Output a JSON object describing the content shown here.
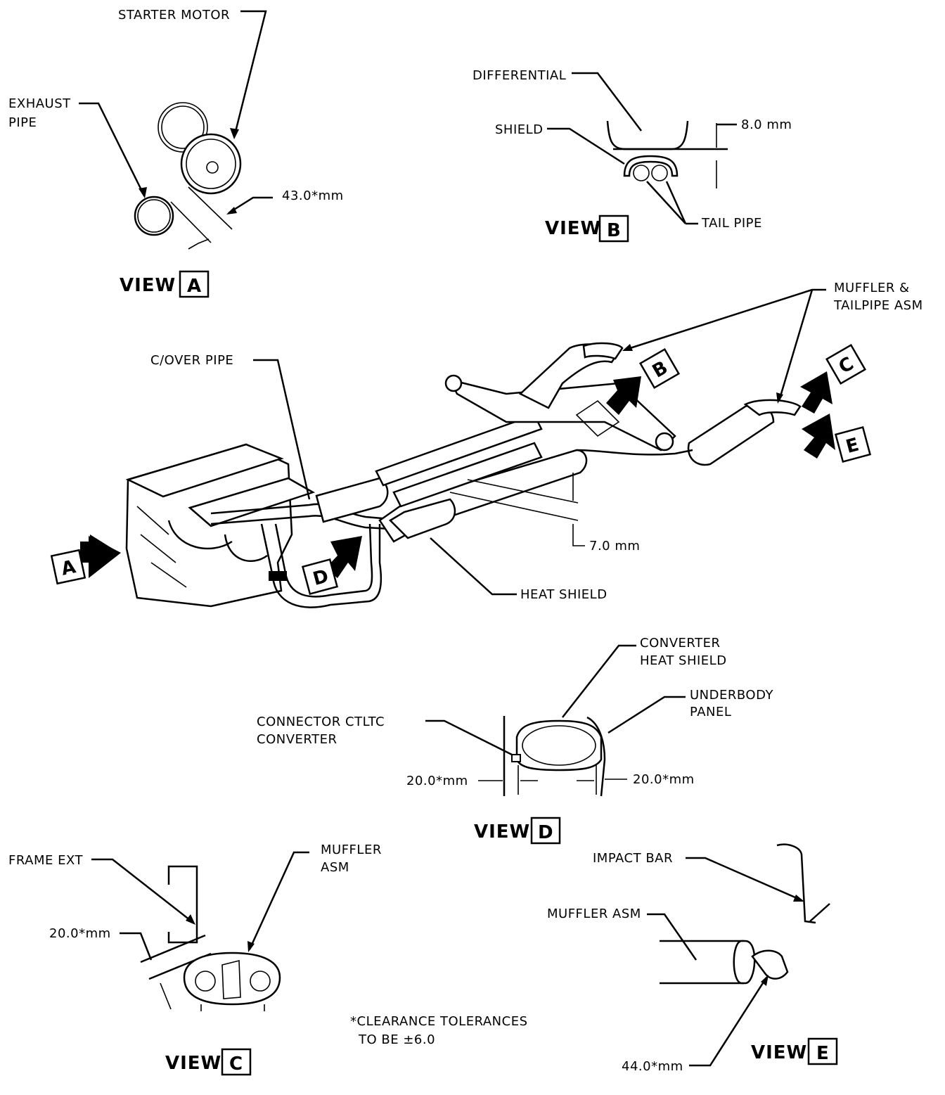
{
  "views": {
    "a": {
      "word": "VIEW",
      "letter": "A"
    },
    "b": {
      "word": "VIEW",
      "letter": "B"
    },
    "c": {
      "word": "VIEW",
      "letter": "C"
    },
    "d": {
      "word": "VIEW",
      "letter": "D"
    },
    "e": {
      "word": "VIEW",
      "letter": "E"
    }
  },
  "labels": {
    "starter_motor": "STARTER MOTOR",
    "exhaust_pipe_1": "EXHAUST",
    "exhaust_pipe_2": "PIPE",
    "dim_43": "43.0*mm",
    "differential": "DIFFERENTIAL",
    "shield": "SHIELD",
    "dim_8": "8.0  mm",
    "tail_pipe": "TAIL PIPE",
    "muffler_tailpipe_1": "MUFFLER &",
    "muffler_tailpipe_2": "TAILPIPE ASM",
    "cover_pipe": "C/OVER PIPE",
    "dim_7": "7.0  mm",
    "heat_shield": "HEAT SHIELD",
    "converter_heat_shield_1": "CONVERTER",
    "converter_heat_shield_2": "HEAT SHIELD",
    "underbody_panel_1": "UNDERBODY",
    "underbody_panel_2": "PANEL",
    "connector_1": "CONNECTOR CTLTC",
    "connector_2": "CONVERTER",
    "dim_20_left": "20.0*mm",
    "dim_20_right": "20.0*mm",
    "frame_ext": "FRAME EXT",
    "muffler_asm_c_1": "MUFFLER",
    "muffler_asm_c_2": "ASM",
    "dim_20_c": "20.0*mm",
    "impact_bar": "IMPACT BAR",
    "muffler_asm_e": "MUFFLER ASM",
    "dim_44": "44.0*mm",
    "note_1": "*CLEARANCE TOLERANCES",
    "note_2": "TO BE ±6.0"
  },
  "arrows": {
    "a": "A",
    "b": "B",
    "c": "C",
    "d": "D",
    "e": "E"
  }
}
